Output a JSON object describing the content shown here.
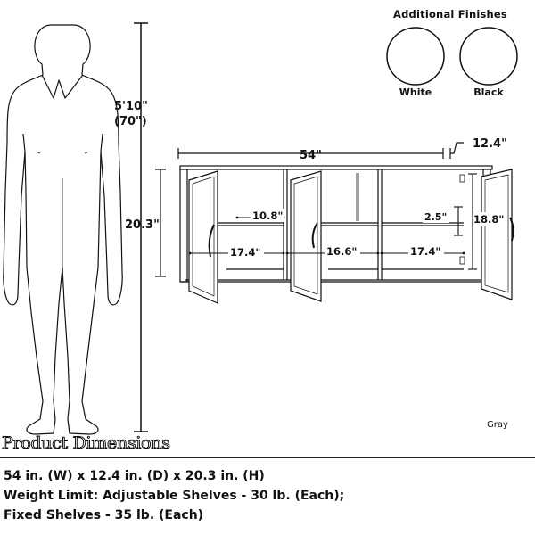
{
  "finishes": {
    "title": "Additional Finishes",
    "options": [
      {
        "name": "White",
        "color": "#ffffff"
      },
      {
        "name": "Black",
        "color": "#ffffff"
      }
    ],
    "current_label": "Gray"
  },
  "person": {
    "height_ft": "5'10\"",
    "height_in": "(70\")"
  },
  "dimensions": {
    "width": "54\"",
    "depth": "12.4\"",
    "height": "20.3\"",
    "interior_height": "18.8\"",
    "shelf_depth": "10.8\"",
    "left_width": "17.4\"",
    "center_width": "16.6\"",
    "right_width": "17.4\"",
    "shelf_spacing": "2.5\""
  },
  "product_dimensions": {
    "title": "Product Dimensions",
    "line1": "54 in. (W) x 12.4 in. (D) x 20.3 in. (H)",
    "line2": "Weight Limit: Adjustable Shelves - 30 lb. (Each);",
    "line3": "Fixed Shelves - 35 lb. (Each)"
  }
}
